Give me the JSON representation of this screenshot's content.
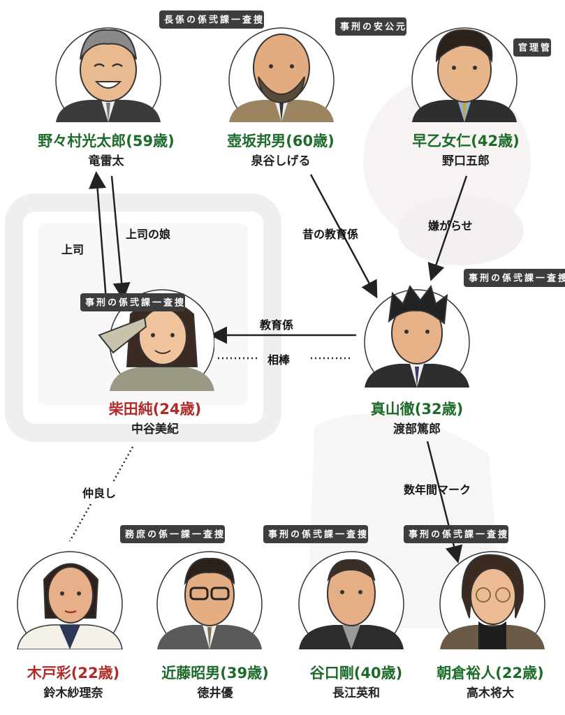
{
  "people": {
    "nonomura": {
      "name": "野々村光太郎(59歳)",
      "actor": "竜雷太",
      "role": "捜査一課弐係の係長"
    },
    "tsubosaka": {
      "name": "壺坂邦男(60歳)",
      "actor": "泉谷しげる",
      "role": "元公安の刑事"
    },
    "saotome": {
      "name": "早乙女仁(42歳)",
      "actor": "野口五郎",
      "role": "管理官"
    },
    "shibata": {
      "name": "柴田純(24歳)",
      "actor": "中谷美紀",
      "role": "捜査一課弐係の刑事"
    },
    "mayama": {
      "name": "真山徹(32歳)",
      "actor": "渡部篤郎",
      "role": "捜査一課弐係の刑事"
    },
    "kido": {
      "name": "木戸彩(22歳)",
      "actor": "鈴木紗理奈",
      "role": "捜査一課一係の庶務"
    },
    "kondo": {
      "name": "近藤昭男(39歳)",
      "actor": "徳井優",
      "role": "捜査一課弐係の刑事"
    },
    "taniguchi": {
      "name": "谷口剛(40歳)",
      "actor": "長江英和",
      "role": "捜査一課弐係の刑事"
    },
    "asakura": {
      "name": "朝倉裕人(22歳)",
      "actor": "高木将大",
      "role": ""
    }
  },
  "relations": {
    "boss": "上司",
    "boss_daughter": "上司の娘",
    "old_mentor": "昔の教育係",
    "harassment": "嫌がらせ",
    "mentor": "教育係",
    "partner": "相棒",
    "friends": "仲良し",
    "marked": "数年間マーク"
  },
  "colors": {
    "main_name": "#1d6b2a",
    "female_name": "#b02a2a",
    "role_badge": "#3d3d3d"
  }
}
